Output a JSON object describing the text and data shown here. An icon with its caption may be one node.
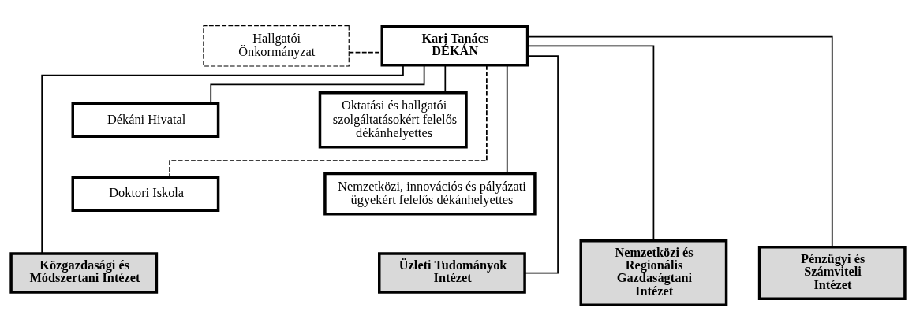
{
  "diagram": {
    "nodes": [
      {
        "text": [
          "Kari Tanács",
          "DÉKÁN"
        ]
      },
      {
        "text": [
          "Hallgatói Önkormányzat"
        ]
      },
      {
        "text": [
          "Dékáni Hivatal"
        ]
      },
      {
        "text": [
          "Oktatási és hallgatói szolgáltatásokért felelős dékánhelyettes"
        ]
      },
      {
        "text": [
          "Doktori Iskola"
        ]
      },
      {
        "text": [
          "Nemzetközi, innovációs és pályázati ügyekért felelős dékánhelyettes"
        ]
      },
      {
        "text": [
          "Közgazdasági és Módszertani Intézet"
        ]
      },
      {
        "text": [
          "Nemzetközi és Regionális Gazdaságtani Intézet"
        ]
      },
      {
        "text": [
          "Pénzügyi és Számviteli Intézet"
        ]
      },
      {
        "text": [
          "Üzleti Tudományok Intézet"
        ]
      }
    ],
    "edges": [
      {
        "from": 1,
        "to": 0,
        "arrow": "none",
        "style": "dashed"
      },
      {
        "from": 0,
        "to": 2,
        "arrow": "none"
      },
      {
        "from": 0,
        "to": 3,
        "arrow": "none"
      },
      {
        "from": 0,
        "to": 4,
        "arrow": "none",
        "style": "dashed"
      },
      {
        "from": 0,
        "to": 5,
        "arrow": "none"
      },
      {
        "from": 0,
        "to": 6,
        "arrow": "none"
      },
      {
        "from": 0,
        "to": 7,
        "arrow": "none"
      },
      {
        "from": 0,
        "to": 8,
        "arrow": "none"
      },
      {
        "from": 0,
        "to": 9,
        "arrow": "none"
      }
    ]
  }
}
